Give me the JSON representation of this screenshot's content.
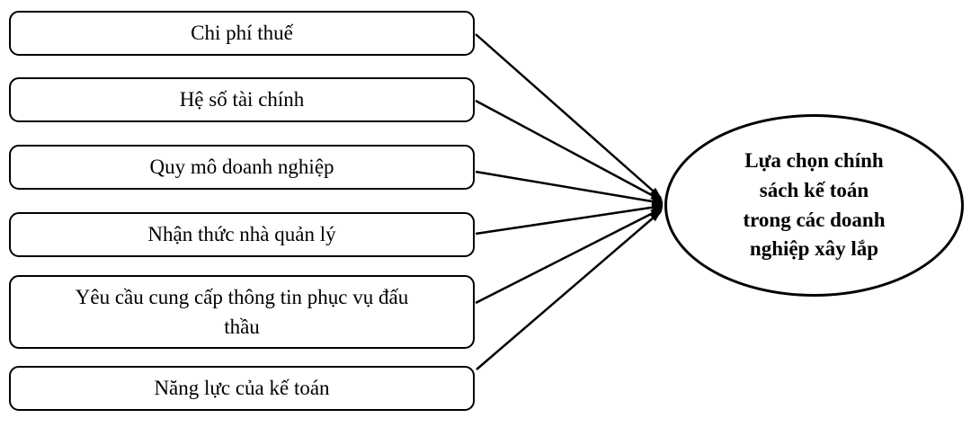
{
  "diagram": {
    "type": "factor-influence-diagram",
    "factors": [
      {
        "label": "Chi phí thuế"
      },
      {
        "label": "Hệ số tài chính"
      },
      {
        "label": "Quy mô doanh nghiệp"
      },
      {
        "label": "Nhận thức nhà quản lý"
      },
      {
        "label": "Yêu cầu cung cấp thông tin phục vụ đấu\nthầu"
      },
      {
        "label": "Năng lực của kế toán"
      }
    ],
    "outcome": {
      "label": "Lựa chọn chính\nsách kế toán\ntrong các doanh\nnghiệp xây lắp"
    },
    "colors": {
      "stroke": "#000000",
      "fill": "#ffffff",
      "text": "#000000"
    }
  }
}
